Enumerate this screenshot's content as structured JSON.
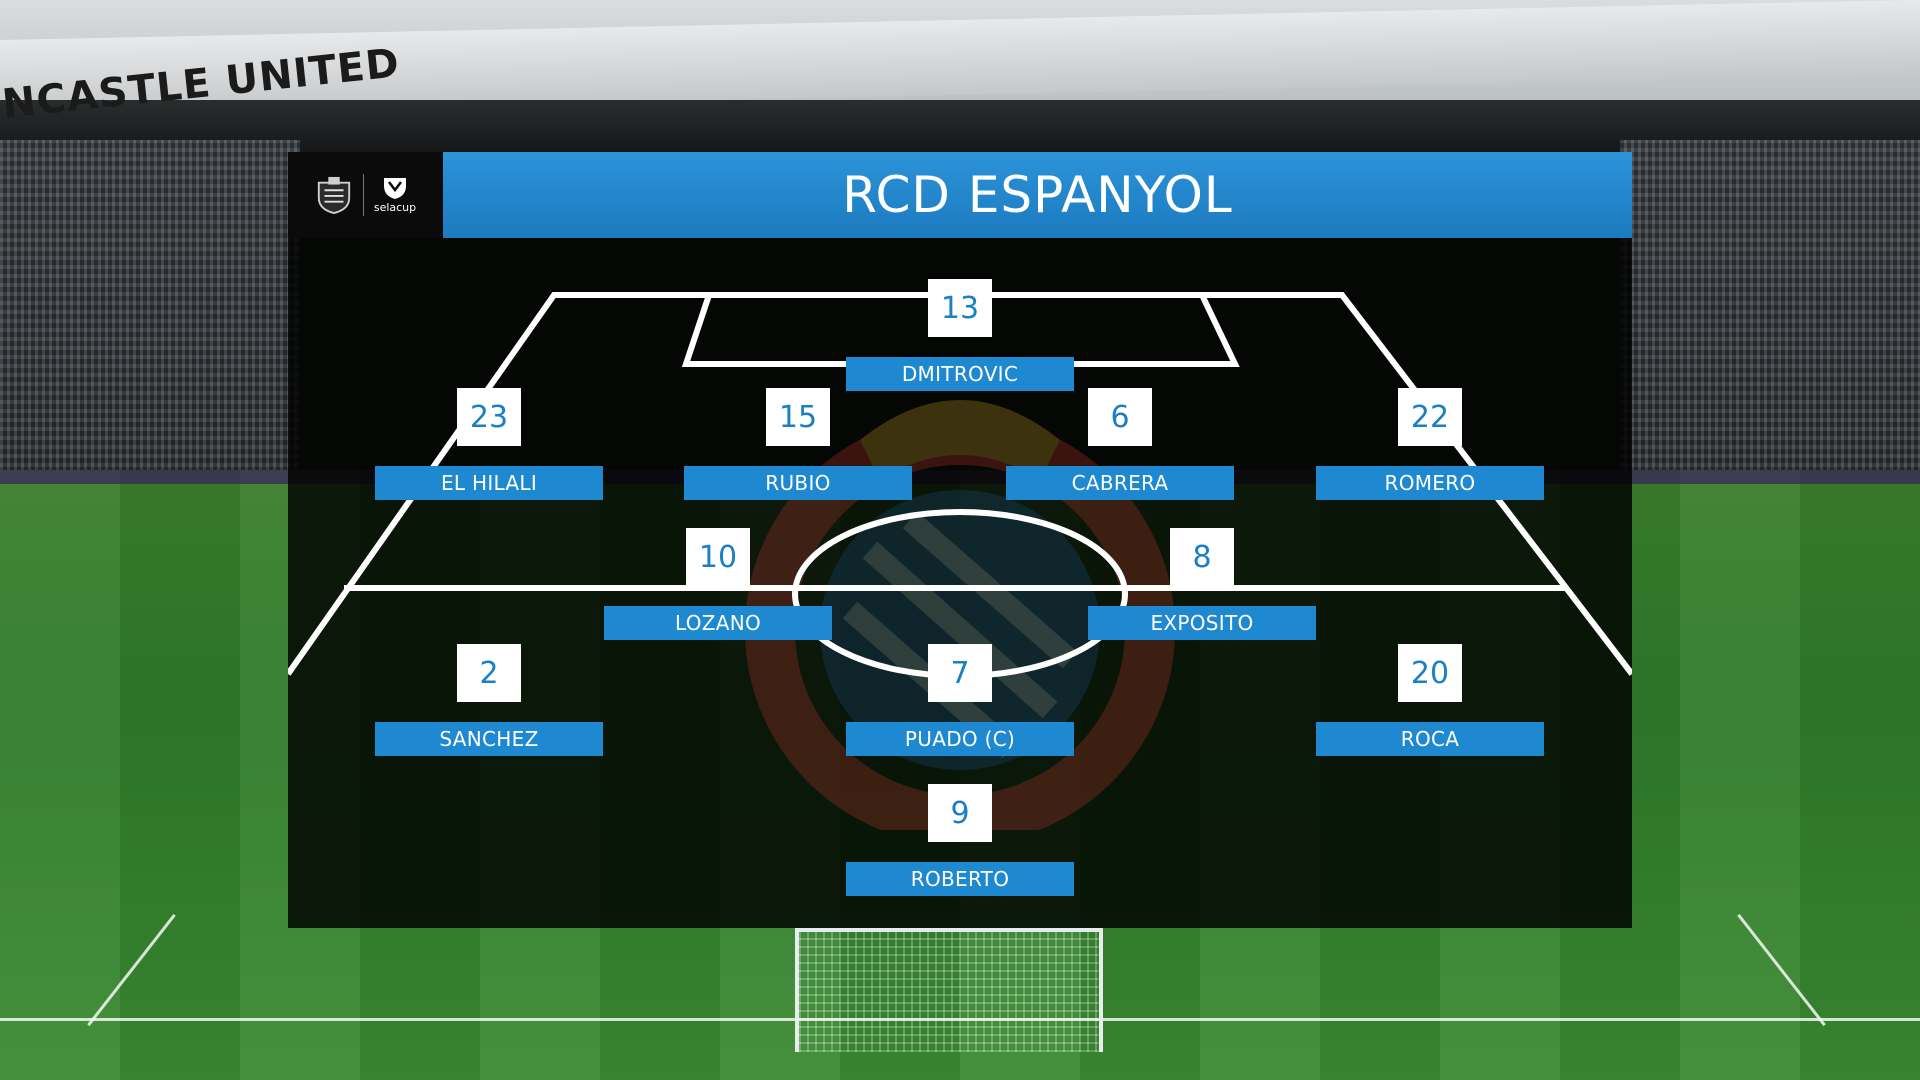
{
  "broadcast": {
    "stand_text": "NCASTLE UNITED",
    "cup_label": "selacup"
  },
  "team": {
    "name": "RCD ESPANYOL"
  },
  "players": [
    {
      "number": "13",
      "name": "DMITROVIC"
    },
    {
      "number": "23",
      "name": "EL HILALI"
    },
    {
      "number": "15",
      "name": "RUBIO"
    },
    {
      "number": "6",
      "name": "CABRERA"
    },
    {
      "number": "22",
      "name": "ROMERO"
    },
    {
      "number": "10",
      "name": "LOZANO"
    },
    {
      "number": "8",
      "name": "EXPOSITO"
    },
    {
      "number": "2",
      "name": "SANCHEZ"
    },
    {
      "number": "7",
      "name": "PUADO (C)"
    },
    {
      "number": "20",
      "name": "ROCA"
    },
    {
      "number": "9",
      "name": "ROBERTO"
    }
  ],
  "colors": {
    "title_bar": "#2388cf",
    "name_bar": "#1e88d1",
    "number_text": "#1b7fc5",
    "panel": "#000000"
  }
}
